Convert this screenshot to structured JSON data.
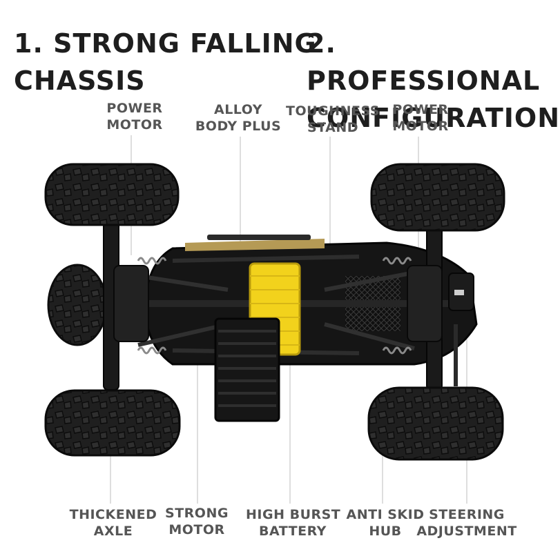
{
  "headlines": {
    "left": [
      "1. STRONG FALLING",
      "CHASSIS"
    ],
    "right": [
      "2. PROFESSIONAL",
      "CONFIGURATION"
    ]
  },
  "labels_top": {
    "power_motor_left": [
      "POWER",
      "MOTOR"
    ],
    "alloy_body": [
      "ALLOY",
      "BODY PLUS"
    ],
    "toughness_stand": [
      "TOUGHNESS",
      "STAND"
    ],
    "power_motor_right": [
      "POWER",
      "MOTOR"
    ]
  },
  "labels_bottom": {
    "thickened_axle": [
      "THICKENED",
      "AXLE"
    ],
    "strong_motor": [
      "STRONG",
      "MOTOR"
    ],
    "battery": [
      "HIGH BURST",
      "BATTERY"
    ],
    "anti_skid_hub": [
      "ANTI SKID",
      "HUB"
    ],
    "steering": [
      "STEERING",
      "ADJUSTMENT"
    ]
  },
  "colors": {
    "tire": "#1d1d1d",
    "chassis": "#141414",
    "battery": "#f2d21c",
    "gold_body": "#b59a55",
    "spring": "#8a8a8a"
  }
}
